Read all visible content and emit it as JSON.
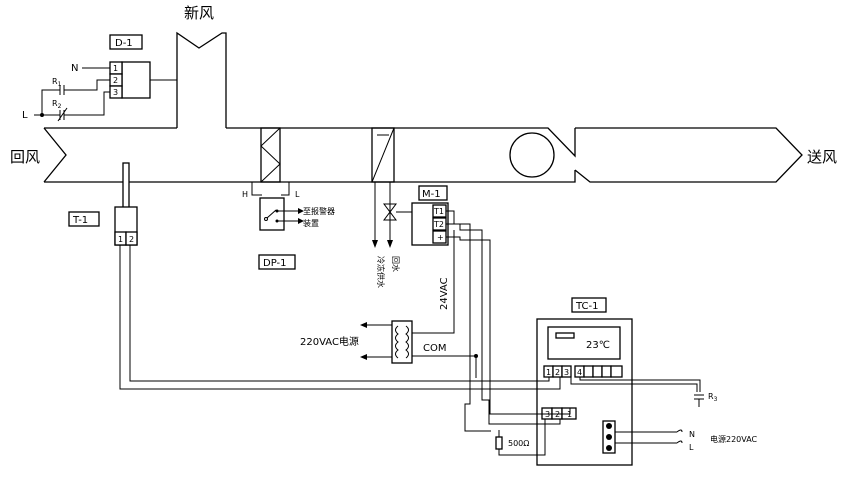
{
  "air": {
    "fresh": "新风",
    "return": "回风",
    "supply": "送风"
  },
  "devices": {
    "d1": "D-1",
    "t1": "T-1",
    "dp1": "DP-1",
    "m1": "M-1",
    "tc1": "TC-1"
  },
  "d1_terminals": [
    "1",
    "2",
    "3"
  ],
  "m1_terminals": [
    "T1",
    "T2",
    "+"
  ],
  "t1_terminals": [
    "1",
    "2"
  ],
  "tc1": {
    "display": "23℃",
    "top_terminals": [
      "1",
      "2",
      "3",
      "4",
      "",
      "",
      ""
    ],
    "bottom_terminals": [
      "3",
      "2",
      "1"
    ]
  },
  "labels": {
    "n": "N",
    "l": "L",
    "r1": "R",
    "r1_sub": "1",
    "r2": "R",
    "r2_sub": "2",
    "r3": "R",
    "r3_sub": "3",
    "h": "H",
    "dp_l": "L",
    "alarm_1": "至报警器",
    "alarm_2": "装置",
    "chilled_supply": "冷冻供水",
    "chilled_return": "回水",
    "vac24": "24VAC",
    "vac220": "220VAC电源",
    "com": "COM",
    "res500": "500Ω",
    "tc_n": "N",
    "tc_l": "L",
    "power220": "电源220VAC"
  }
}
